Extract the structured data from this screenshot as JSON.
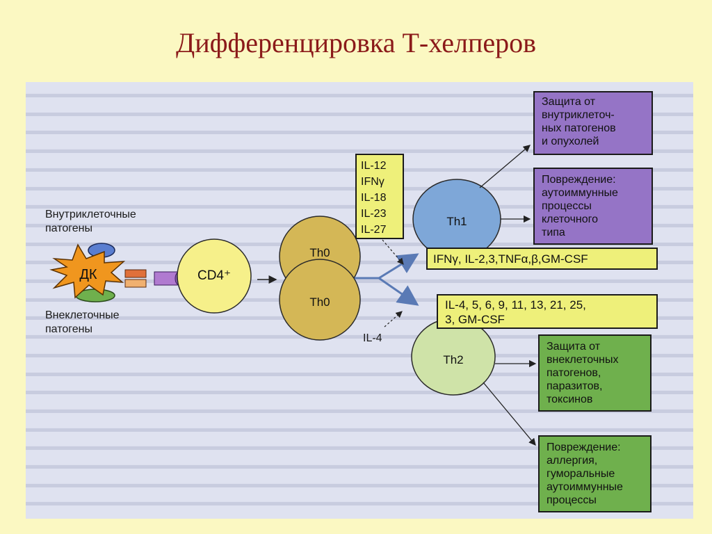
{
  "title": "Дифференцировка Т-хелперов",
  "labels": {
    "intracellular": [
      "Внутриклеточные",
      "патогены"
    ],
    "extracellular": [
      "Внеклеточные",
      "патогены"
    ],
    "dc": "ДК",
    "cd4": "CD4⁺",
    "th0_top": "Th0",
    "th0_bottom": "Th0",
    "th1": "Th1",
    "th2": "Th2",
    "il4": "IL-4"
  },
  "th1_inducers": [
    "IL-12",
    "IFNγ",
    "IL-18",
    "IL-23",
    "IL-27"
  ],
  "th1_cytokines": "IFNγ, IL-2,3,TNFα,β,GM-CSF",
  "th2_cytokines": [
    "IL-4, 5, 6, 9, 11, 13, 21, 25,",
    "3, GM-CSF"
  ],
  "outcomes": {
    "th1_protection": [
      "Защита от",
      "внутриклеточ-",
      "ных патогенов",
      "и опухолей"
    ],
    "th1_damage": [
      "Повреждение:",
      "аутоиммунные",
      "процессы",
      "клеточного",
      "типа"
    ],
    "th2_protection": [
      "Защита от",
      "внеклеточных",
      "патогенов,",
      "паразитов,",
      "токсинов"
    ],
    "th2_damage": [
      "Повреждение:",
      "аллергия,",
      "гуморальные",
      "аутоиммунные",
      "процессы"
    ]
  },
  "colors": {
    "background": "#fbf8c2",
    "title": "#8b1a1a",
    "th0": "#d4b756",
    "th1": "#7ea7d8",
    "th2": "#cfe3a8",
    "cd4": "#f6f08a",
    "purple_box": "#9574c6",
    "green_box": "#6fb04d",
    "yellow_box": "#eef07a",
    "dc": "#f0961e"
  }
}
